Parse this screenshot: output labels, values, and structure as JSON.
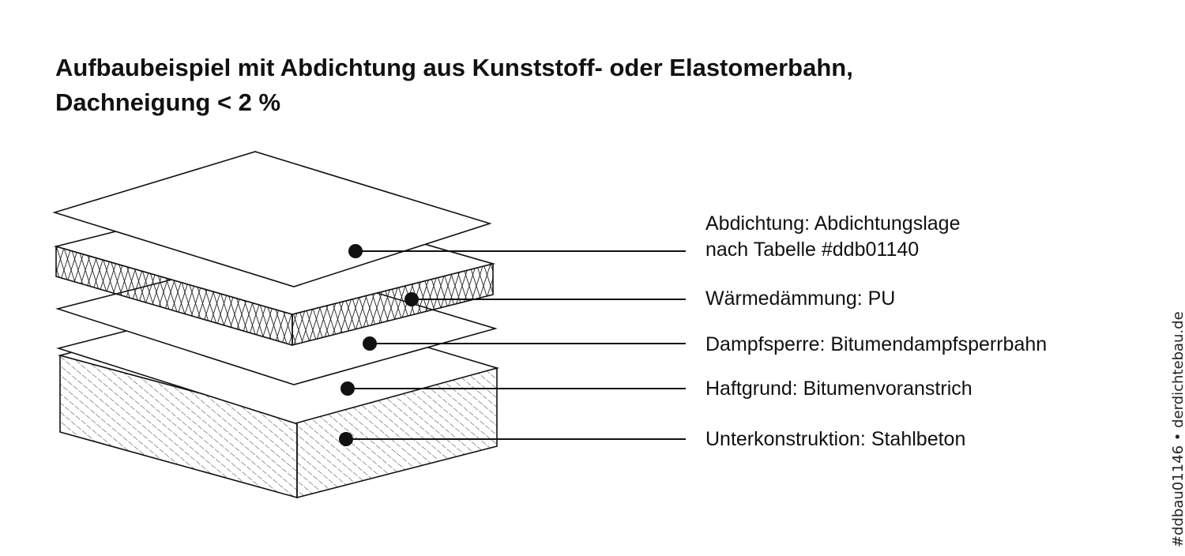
{
  "title": {
    "line1": "Aufbaubeispiel mit Abdichtung aus Kunststoff- oder Elastomerbahn,",
    "line2": "Dachneigung < 2 %"
  },
  "layers": [
    {
      "id": "abdichtung",
      "line1": "Abdichtung: Abdichtungslage",
      "line2": "nach Tabelle #ddb01140"
    },
    {
      "id": "waermedaemmung",
      "line1": "Wärmedämmung: PU"
    },
    {
      "id": "dampfsperre",
      "line1": "Dampfsperre: Bitumendampfsperrbahn"
    },
    {
      "id": "haftgrund",
      "line1": "Haftgrund: Bitumenvoranstrich"
    },
    {
      "id": "unterkonstruktion",
      "line1": "Unterkonstruktion: Stahlbeton"
    }
  ],
  "credit": "#ddbau01146 • derdichtebau.de",
  "colors": {
    "line": "#111111",
    "background": "#ffffff"
  }
}
